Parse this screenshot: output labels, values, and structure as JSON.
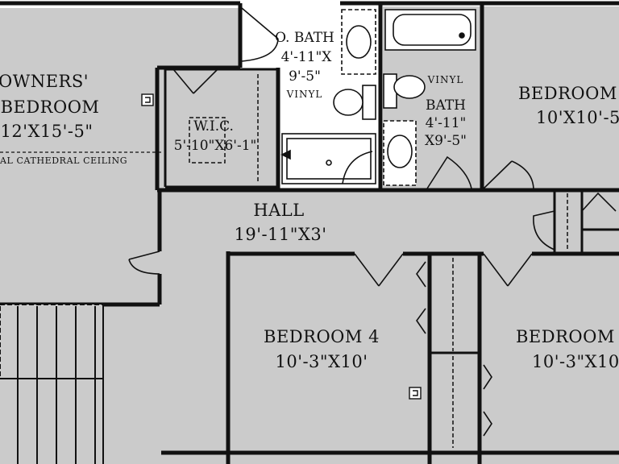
{
  "colors": {
    "floor": "#cbcbcb",
    "wall": "#111111",
    "paper": "#ffffff"
  },
  "rooms": {
    "owners_bedroom": {
      "line1": "OWNERS'",
      "line2": "BEDROOM",
      "dims": "12'X15'-5\"",
      "ceiling_note": "AL CATHEDRAL CEILING"
    },
    "wic": {
      "name": "W.I.C.",
      "dims": "5'-10\"X6'-1\""
    },
    "owners_bath": {
      "name": "O. BATH",
      "dims1": "4'-11\"X",
      "dims2": "9'-5\"",
      "floor": "VINYL"
    },
    "bath": {
      "floor": "VINYL",
      "name": "BATH",
      "dims1": "4'-11\"",
      "dims2": "X9'-5\""
    },
    "bedroom_2": {
      "name": "BEDROOM",
      "dims": "10'X10'-5"
    },
    "hall": {
      "name": "HALL",
      "dims": "19'-11\"X3'"
    },
    "bedroom_4": {
      "name": "BEDROOM 4",
      "dims": "10'-3\"X10'"
    },
    "bedroom_3": {
      "name": "BEDROOM",
      "dims": "10'-3\"X10"
    }
  },
  "symbols": {
    "panel_icon": "electrical-panel-icon",
    "light_icon": "light-fixture-icon"
  }
}
